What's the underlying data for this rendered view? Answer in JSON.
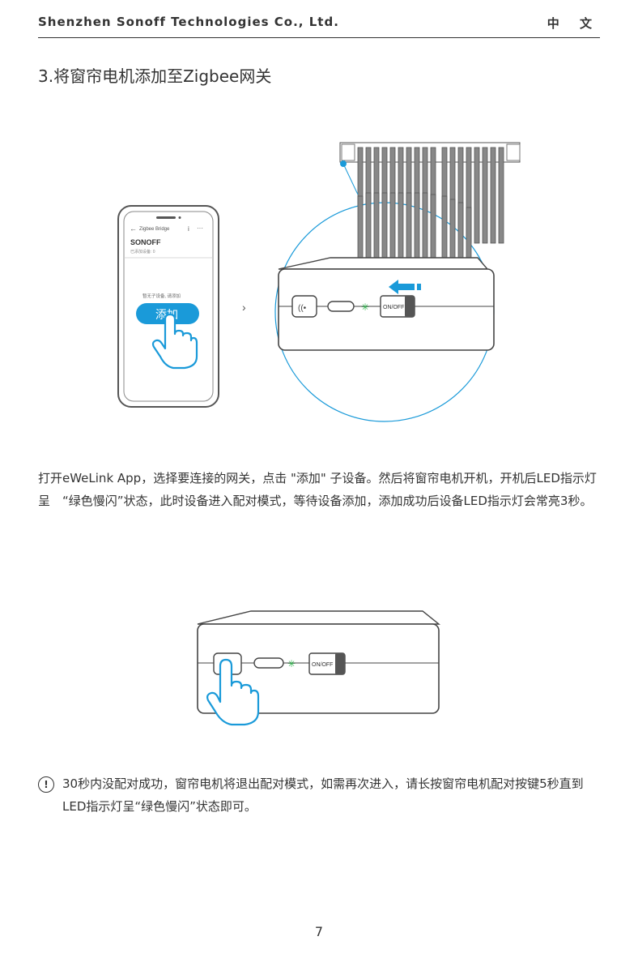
{
  "header": {
    "company": "Shenzhen Sonoff Technologies Co., Ltd.",
    "language": "中 文"
  },
  "section_title": "3.将窗帘电机添加至Zigbee网关",
  "phone": {
    "back_title": "Zigbee Bridge",
    "brand": "SONOFF",
    "device_count": "已添加设备: 0",
    "empty_text": "暂无子设备, 请添加",
    "add_button": "添加"
  },
  "device": {
    "switch_label": "ON/OFF"
  },
  "paragraph1": "打开eWeLink App，选择要连接的网关，点击 \"添加\" 子设备。然后将窗帘电机开机，开机后LED指示灯呈　“绿色慢闪”状态，此时设备进入配对模式，等待设备添加，添加成功后设备LED指示灯会常亮3秒。",
  "warning": {
    "icon": "exclamation-icon",
    "text": "30秒内没配对成功，窗帘电机将退出配对模式，如需再次进入，请长按窗帘电机配对按键5秒直到LED指示灯呈“绿色慢闪”状态即可。"
  },
  "page_number": "7",
  "colors": {
    "accent": "#1a9ad9",
    "led": "#2db34a"
  }
}
